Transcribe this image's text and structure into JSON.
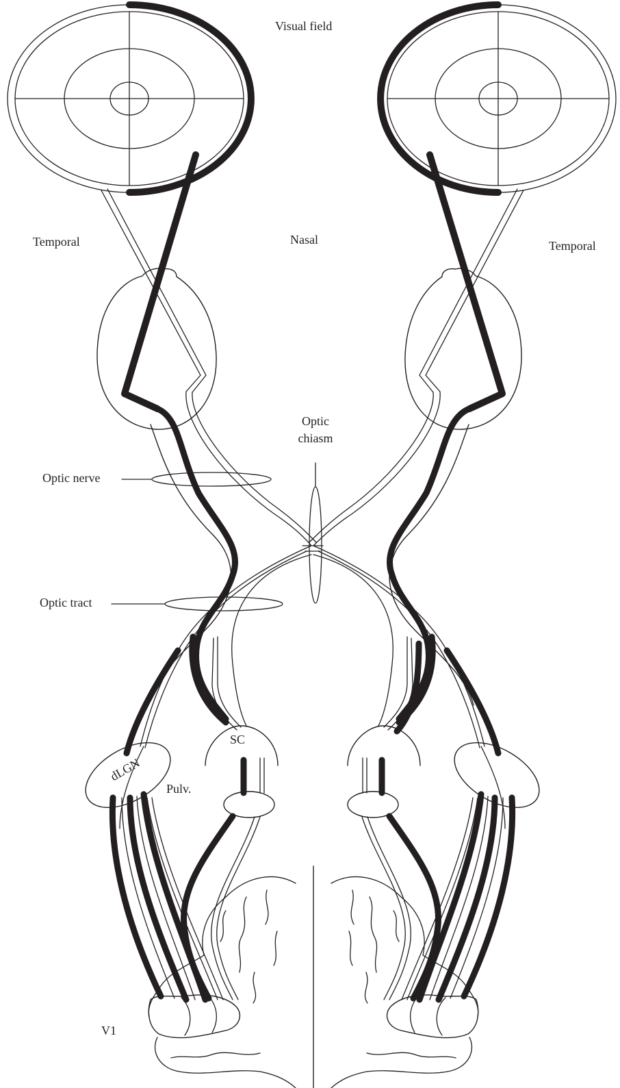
{
  "labels": {
    "visual_field": "Visual field",
    "temporal_left": "Temporal",
    "nasal": "Nasal",
    "temporal_right": "Temporal",
    "optic_chiasm_line1": "Optic",
    "optic_chiasm_line2": "chiasm",
    "optic_nerve": "Optic nerve",
    "optic_tract": "Optic tract",
    "sc": "SC",
    "dlgn": "dLGN",
    "pulv": "Pulv.",
    "v1": "V1"
  },
  "colors": {
    "stroke": "#231f20",
    "background": "#ffffff"
  }
}
